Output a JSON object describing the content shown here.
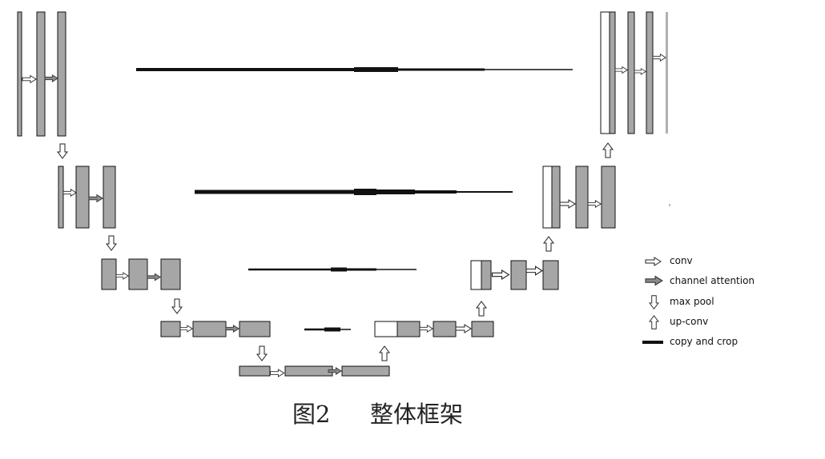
{
  "colors": {
    "block_fill": "#a6a6a6",
    "block_border": "#111111",
    "white_fill": "#ffffff",
    "arrow_line": "#111111"
  },
  "legend": {
    "conv": "conv",
    "channel_attention": "channel attention",
    "max_pool": "max pool",
    "up_conv": "up-conv",
    "copy_and_crop": "copy and crop"
  },
  "caption": {
    "figure_label": "图2",
    "figure_title": "整体框架"
  }
}
